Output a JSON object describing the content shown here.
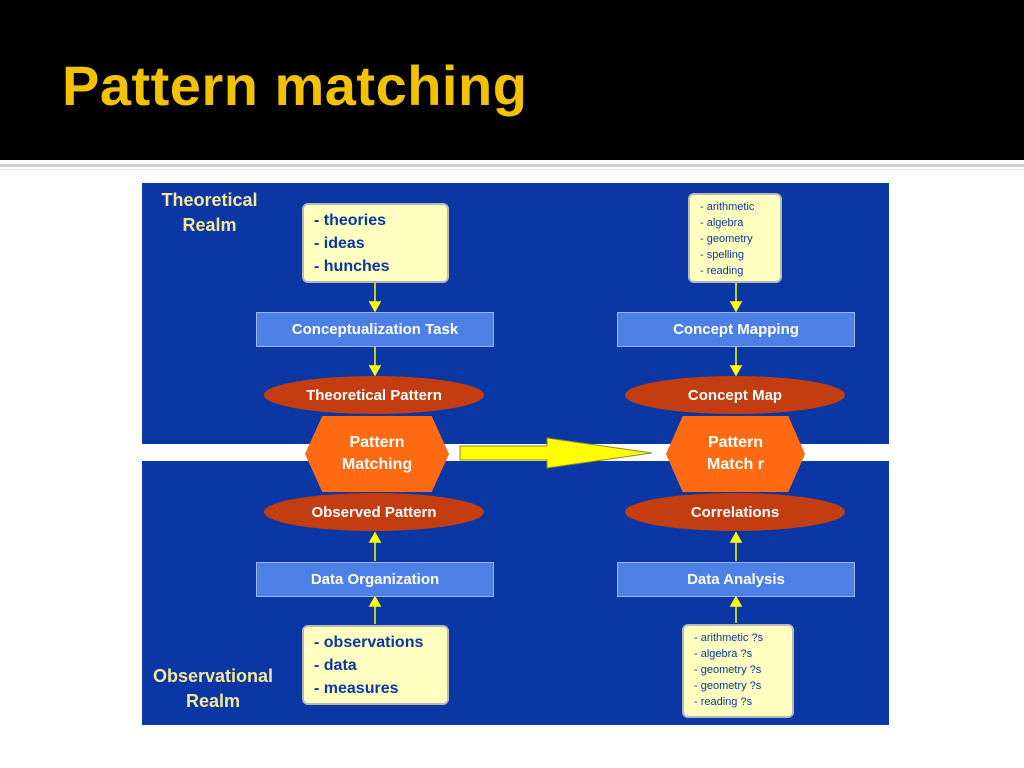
{
  "title": "Pattern matching",
  "diagram": {
    "realms": {
      "theoretical": [
        "Theoretical",
        "Realm"
      ],
      "observational": [
        "Observational",
        "Realm"
      ]
    },
    "left": {
      "inputs_top": [
        "- theories",
        "- ideas",
        "- hunches"
      ],
      "task_top": "Conceptualization Task",
      "pattern_top": "Theoretical Pattern",
      "center": [
        "Pattern",
        "Matching"
      ],
      "pattern_bottom": "Observed Pattern",
      "task_bottom": "Data Organization",
      "inputs_bottom": [
        "- observations",
        "- data",
        "- measures"
      ]
    },
    "right": {
      "inputs_top": [
        "- arithmetic",
        "- algebra",
        "- geometry",
        "- spelling",
        "- reading"
      ],
      "task_top": "Concept Mapping",
      "pattern_top": "Concept Map",
      "center": [
        "Pattern",
        "Match r"
      ],
      "pattern_bottom": "Correlations",
      "task_bottom": "Data Analysis",
      "inputs_bottom": [
        "- arithmetic ?s",
        "- algebra ?s",
        "- geometry ?s",
        "- geometry ?s",
        "- reading ?s"
      ]
    },
    "colors": {
      "background": "#0a37a3",
      "task_box": "#4d80e6",
      "ellipse": "#c43d10",
      "hexagon": "#ff6a12",
      "input_box": "#ffffc0",
      "arrow": "#ffff00",
      "title": "#f2c200"
    }
  }
}
